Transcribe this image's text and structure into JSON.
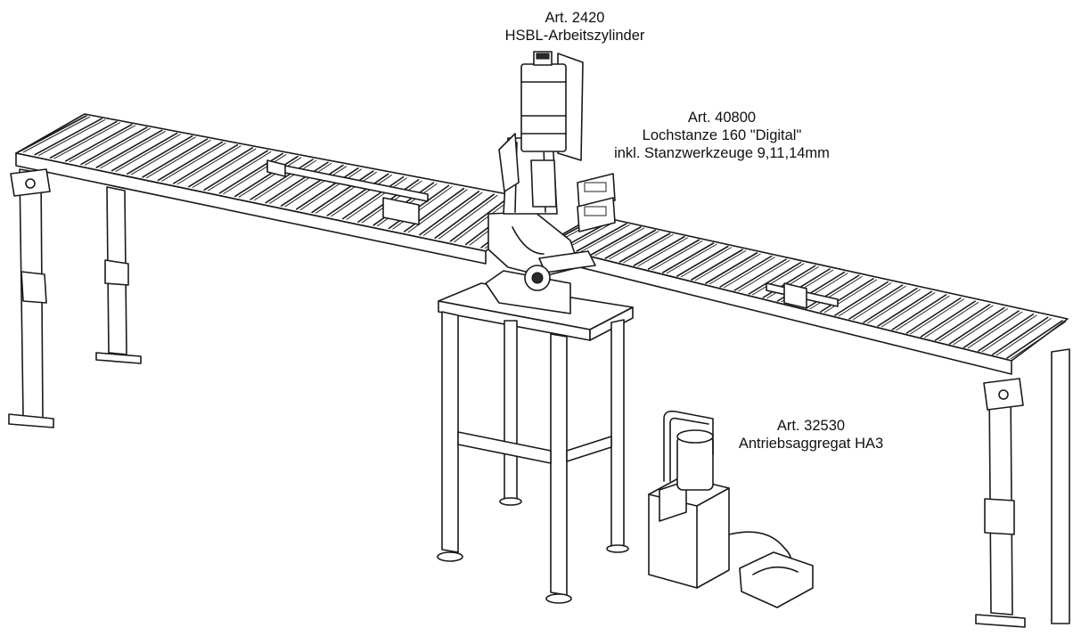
{
  "labels": {
    "cylinder": {
      "article": "Art. 2420",
      "name": "HSBL-Arbeitszylinder"
    },
    "punch": {
      "article": "Art. 40800",
      "name": "Lochstanze 160 \"Digital\"",
      "detail": "inkl. Stanzwerkzeuge 9,11,14mm"
    },
    "power_unit": {
      "article": "Art. 32530",
      "name": "Antriebsaggregat HA3"
    }
  },
  "colors": {
    "line": "#1a1a1a",
    "background": "#ffffff"
  }
}
